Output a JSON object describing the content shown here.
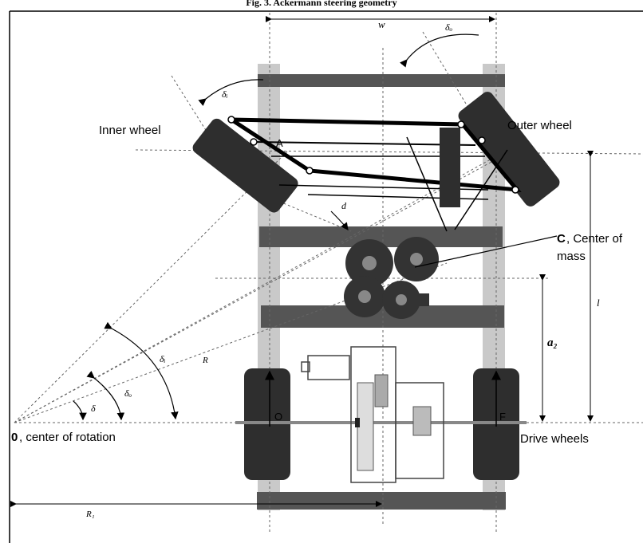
{
  "caption": "Fig. 3. Ackermann steering geometry",
  "labels": {
    "inner_wheel": "Inner wheel",
    "outer_wheel": "Outer wheel",
    "point_a": "A",
    "center_mass_letter": "C",
    "center_mass_text": ", Center of",
    "center_mass_text2": "mass",
    "center_rotation_letter": "0",
    "center_rotation_text": ", center of rotation",
    "drive_wheels": "Drive wheels",
    "point_o": "O",
    "point_f": "F",
    "r_label": "R",
    "r1_label": "R₁",
    "w_label": "w",
    "l_label": "l",
    "a2_label": "a₂",
    "delta": "δ",
    "delta_i": "δᵢ",
    "delta_o": "δₒ",
    "d_label": "d"
  },
  "colors": {
    "frame": "#555555",
    "rail": "#c9c9c9",
    "wheel": "#2e2e2e",
    "line": "#000000",
    "dashed": "#666666"
  }
}
